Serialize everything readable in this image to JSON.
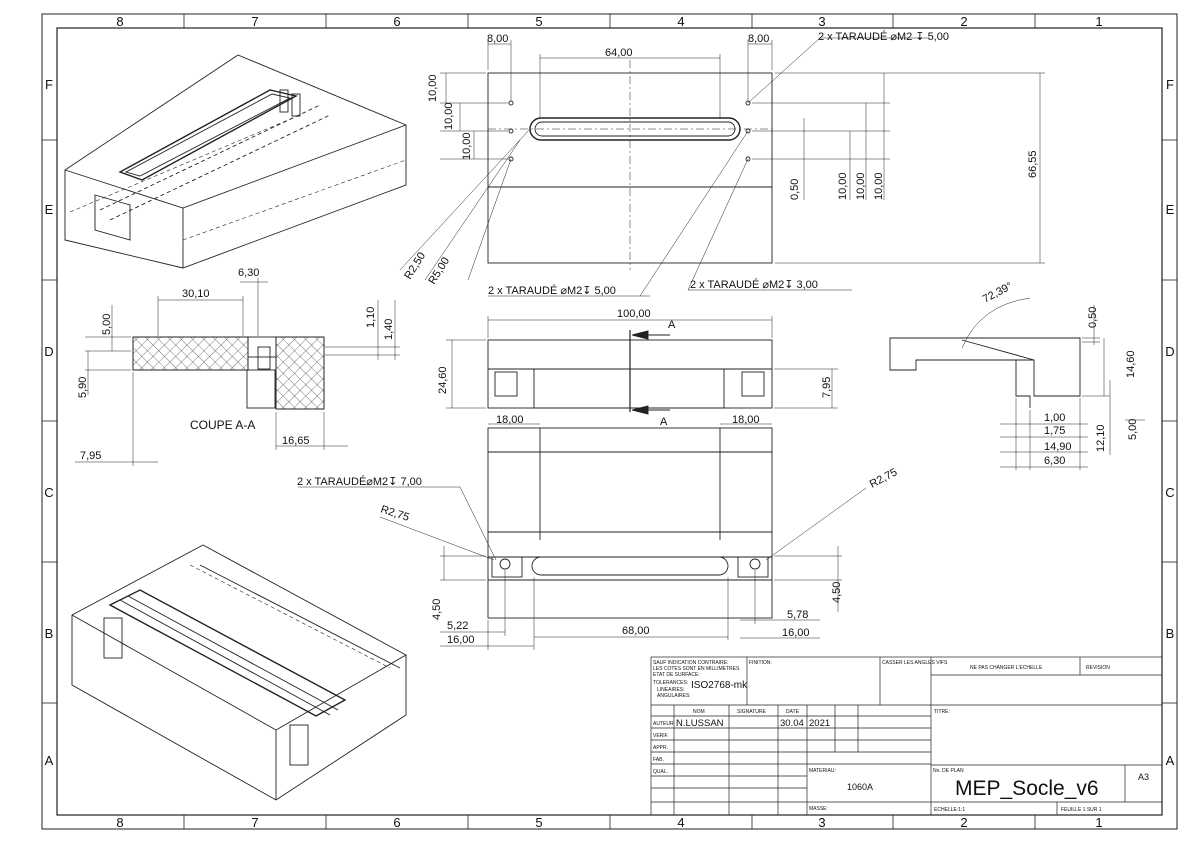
{
  "border": {
    "cols_top": [
      "8",
      "7",
      "6",
      "5",
      "4",
      "3",
      "2",
      "1"
    ],
    "rows_side": [
      "F",
      "E",
      "D",
      "C",
      "B",
      "A"
    ]
  },
  "dims": {
    "top_8a": "8,00",
    "top_64": "64,00",
    "top_8b": "8,00",
    "callout_tap_top": "2 x TARAUDÉ ⌀M2 ↧ 5,00",
    "left_10a": "10,00",
    "left_10b": "10,00",
    "left_10c": "10,00",
    "right_050": "0,50",
    "right_10a": "10,00",
    "right_10b": "10,00",
    "right_10c": "10,00",
    "right_6655": "66,55",
    "r250": "R2,50",
    "r500": "R5,00",
    "callout_tap_mid1": "2 x TARAUDÉ ⌀M2↧ 5,00",
    "callout_tap_mid2": "2 x TARAUDÉ ⌀M2↧ 3,00",
    "sec_630": "6,30",
    "sec_3010": "30,10",
    "sec_500": "5,00",
    "sec_110": "1,10",
    "sec_140": "1,40",
    "sec_590": "5,90",
    "sec_label": "COUPE A-A",
    "sec_1665": "16,65",
    "sec_795": "7,95",
    "front_100": "100,00",
    "front_A_top": "A",
    "front_A_bot": "A",
    "front_2460": "24,60",
    "front_795": "7,95",
    "front_18a": "18,00",
    "front_18b": "18,00",
    "side_angle": "72,39°",
    "side_050": "0,50",
    "side_1460": "14,60",
    "side_100": "1,00",
    "side_175": "1,75",
    "side_1490": "14,90",
    "side_630": "6,30",
    "side_1210": "12,10",
    "side_500": "5,00",
    "callout_tap_bot": "2 x TARAUDÉ⌀M2↧ 7,00",
    "bot_r275a": "R2,75",
    "bot_r275b": "R2,75",
    "bot_450a": "4,50",
    "bot_450b": "4,50",
    "bot_522": "5,22",
    "bot_1600a": "16,00",
    "bot_6800": "68,00",
    "bot_578": "5,78",
    "bot_1600b": "16,00"
  },
  "title_block": {
    "general_notes": [
      "SAUF INDICATION CONTRAIRE:",
      "LES COTES SONT EN MILLIMETRES",
      "ETAT DE SURFACE:",
      "TOLERANCES:",
      "LINEAIRES:",
      "ANGULAIRES:"
    ],
    "tolerance_value": "ISO2768-mk",
    "finition_label": "FINITION:",
    "casser_label": "CASSER LES ANGLES VIFS",
    "no_scale_label": "NE PAS CHANGER L'ECHELLE",
    "revision_label": "REVISION",
    "nom_label": "NOM",
    "signature_label": "SIGNATURE",
    "date_label": "DATE",
    "titre_label": "TITRE:",
    "row_labels": [
      "AUTEUR",
      "VERIF.",
      "APPR.",
      "FAB.",
      "QUAL."
    ],
    "author_name": "N.LUSSAN",
    "author_date_day": "30.04",
    "author_date_year": "2021",
    "materiau_label": "MATERIAU:",
    "materiau_value": "1060A",
    "masse_label": "MASSE:",
    "plan_no_label": "No. DE PLAN",
    "plan_no_value": "MEP_Socle_v6",
    "format": "A3",
    "echelle_label": "ECHELLE:1:1",
    "feuille_label": "FEUILLE 1 SUR 1"
  }
}
